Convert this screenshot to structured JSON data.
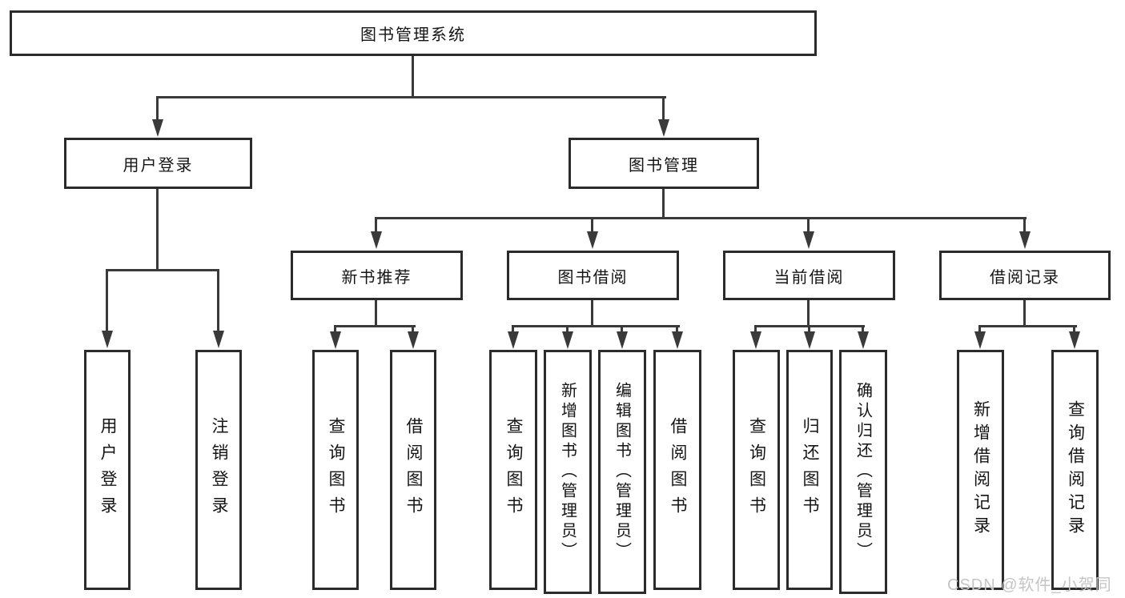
{
  "tree": {
    "root": {
      "label": "图书管理系统"
    },
    "branches": [
      {
        "label": "用户登录",
        "children": [
          {
            "label": "用户登录"
          },
          {
            "label": "注销登录"
          }
        ]
      },
      {
        "label": "图书管理",
        "children": [
          {
            "label": "新书推荐",
            "children": [
              {
                "label": "查询图书"
              },
              {
                "label": "借阅图书"
              }
            ]
          },
          {
            "label": "图书借阅",
            "children": [
              {
                "label": "查询图书"
              },
              {
                "label": "新增图书（管理员）"
              },
              {
                "label": "编辑图书（管理员）"
              },
              {
                "label": "借阅图书"
              }
            ]
          },
          {
            "label": "当前借阅",
            "children": [
              {
                "label": "查询图书"
              },
              {
                "label": "归还图书"
              },
              {
                "label": "确认归还（管理员）"
              }
            ]
          },
          {
            "label": "借阅记录",
            "children": [
              {
                "label": "新增借阅记录"
              },
              {
                "label": "查询借阅记录"
              }
            ]
          }
        ]
      }
    ]
  },
  "watermark": "CSDN @软件_小贺同学",
  "colors": {
    "line": "#3a3a3a",
    "box_border": "#2b2b2b",
    "text": "#141414",
    "watermark": "#c5c5c5",
    "background": "#ffffff"
  }
}
